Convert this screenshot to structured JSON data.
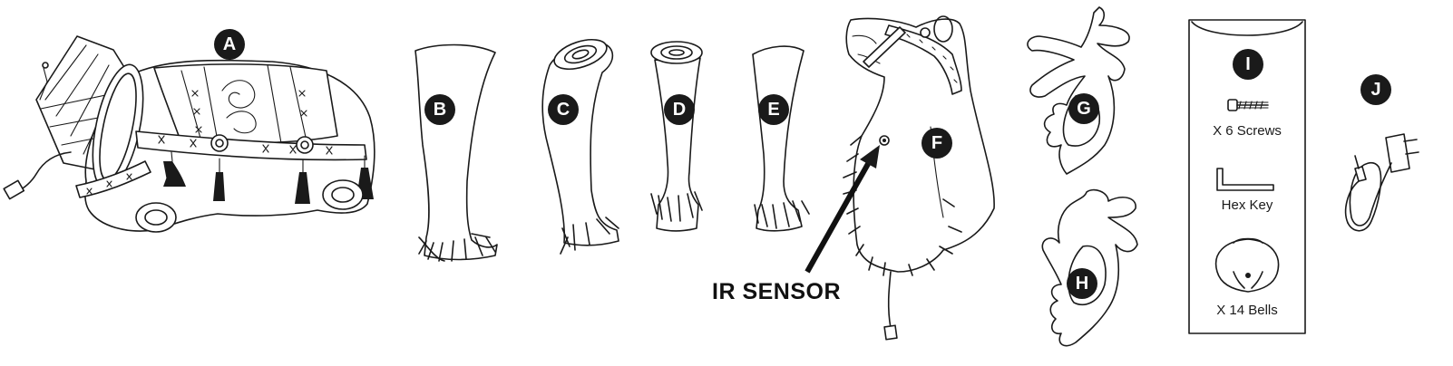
{
  "parts": [
    {
      "id": "A",
      "label": "A"
    },
    {
      "id": "B",
      "label": "B"
    },
    {
      "id": "C",
      "label": "C"
    },
    {
      "id": "D",
      "label": "D"
    },
    {
      "id": "E",
      "label": "E"
    },
    {
      "id": "F",
      "label": "F"
    },
    {
      "id": "G",
      "label": "G"
    },
    {
      "id": "H",
      "label": "H"
    },
    {
      "id": "I",
      "label": "I"
    },
    {
      "id": "J",
      "label": "J"
    }
  ],
  "captions": {
    "ir_sensor": "IR SENSOR",
    "screws": "X 6 Screws",
    "hex_key": "Hex Key",
    "bells": "X 14 Bells"
  }
}
